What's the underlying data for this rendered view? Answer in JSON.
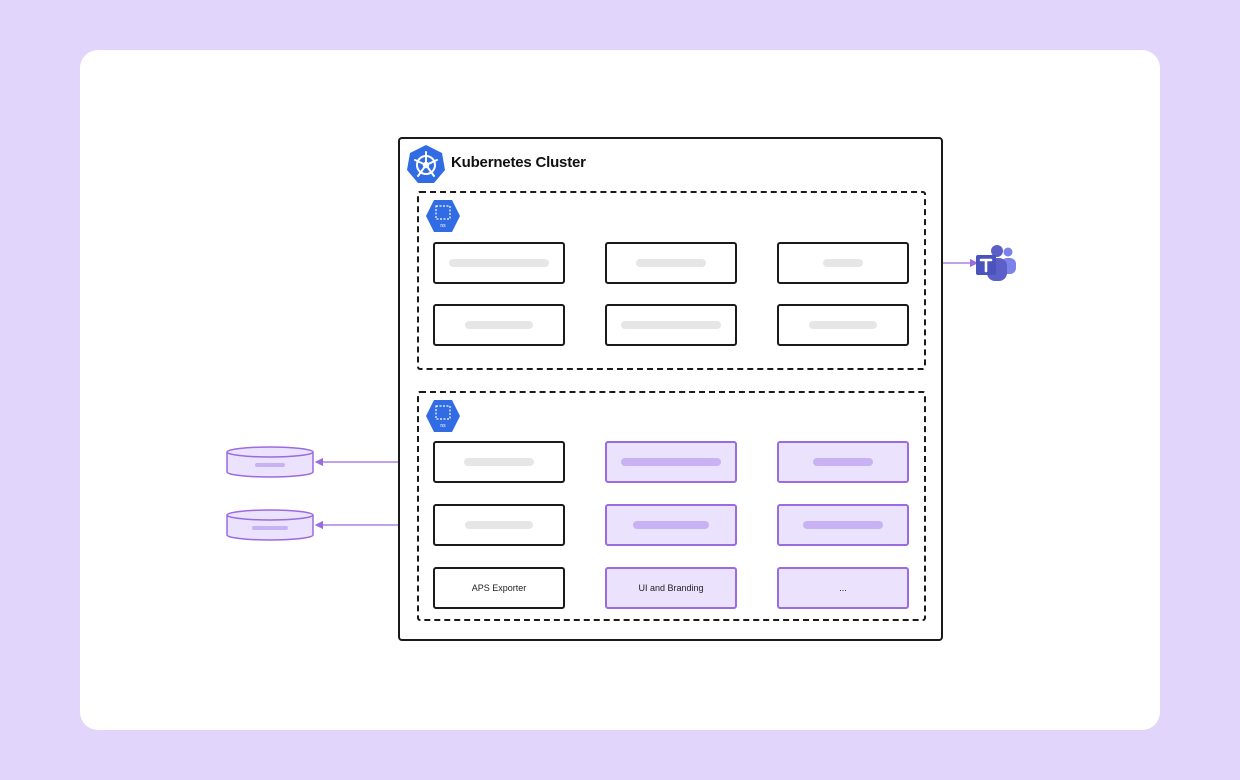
{
  "cluster": {
    "title": "Kubernetes Cluster",
    "icon": "kubernetes-icon"
  },
  "namespaces": [
    {
      "icon": "namespace-icon",
      "icon_text": "ns"
    },
    {
      "icon": "namespace-icon",
      "icon_text": "ns"
    }
  ],
  "services": {
    "aps_exporter": "APS Exporter",
    "ui_branding": "UI and Branding",
    "more": "..."
  },
  "external": {
    "teams_icon": "microsoft-teams-icon",
    "database_icon": "database-icon"
  },
  "colors": {
    "background": "#e1d5fb",
    "accent": "#9b6be0",
    "kubernetes_blue": "#326ce5",
    "teams_purple": "#5b5fc7"
  }
}
